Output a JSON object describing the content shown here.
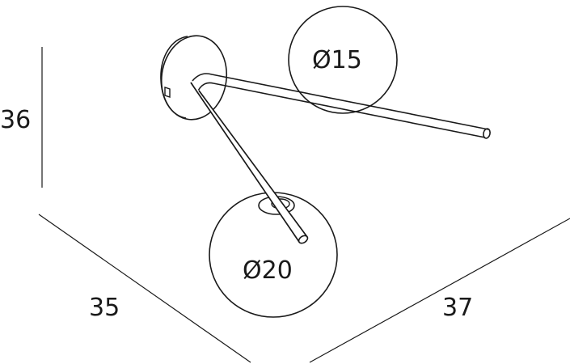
{
  "dimensions": {
    "height": "36",
    "depth": "35",
    "width": "37"
  },
  "globes": {
    "small_diameter": "Ø15",
    "large_diameter": "Ø20"
  }
}
